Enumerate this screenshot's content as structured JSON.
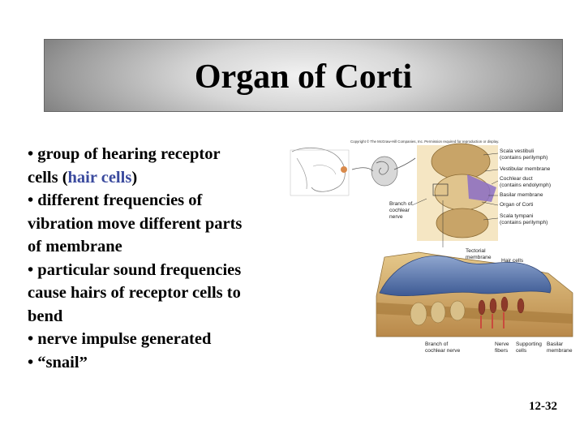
{
  "slide": {
    "title": "Organ of Corti",
    "bullets": [
      {
        "pre": "• group of hearing receptor",
        "line2_pre": "cells (",
        "highlight": "hair cells",
        "line2_post": ")"
      },
      {
        "l1": "• different frequencies of",
        "l2": "vibration move different parts",
        "l3": "of membrane"
      },
      {
        "l1": "• particular sound frequencies",
        "l2": "cause hairs of receptor cells to",
        "l3": "bend"
      },
      {
        "l1": "• nerve impulse generated"
      },
      {
        "l1": "• “snail”"
      }
    ],
    "slide_number": "12-32",
    "colors": {
      "highlight": "#3a4a9e"
    }
  },
  "figure": {
    "copyright": "Copyright © The McGraw-Hill Companies, Inc. Permission required for reproduction or display.",
    "labels": {
      "scala_vestibuli": "Scala vestibuli",
      "scala_vestibuli_sub": "(contains perilymph)",
      "vestibular_membrane": "Vestibular membrane",
      "cochlear_duct": "Cochlear duct",
      "cochlear_duct_sub": "(contains endolymph)",
      "basilar_membrane": "Basilar membrane",
      "organ_of_corti": "Organ of Corti",
      "scala_tympani": "Scala tympani",
      "scala_tympani_sub": "(contains perilymph)",
      "branch_cochlear_nerve_top_1": "Branch of",
      "branch_cochlear_nerve_top_2": "cochlear",
      "branch_cochlear_nerve_top_3": "nerve",
      "tectorial_membrane_1": "Tectorial",
      "tectorial_membrane_2": "membrane",
      "hair_cells": "Hair cells",
      "branch_cochlear_nerve_bottom_1": "Branch of",
      "branch_cochlear_nerve_bottom_2": "cochlear nerve",
      "nerve_fibers_1": "Nerve",
      "nerve_fibers_2": "fibers",
      "supporting_cells_1": "Supporting",
      "supporting_cells_2": "cells",
      "basilar_membrane_bottom_1": "Basilar",
      "basilar_membrane_bottom_2": "membrane"
    }
  }
}
